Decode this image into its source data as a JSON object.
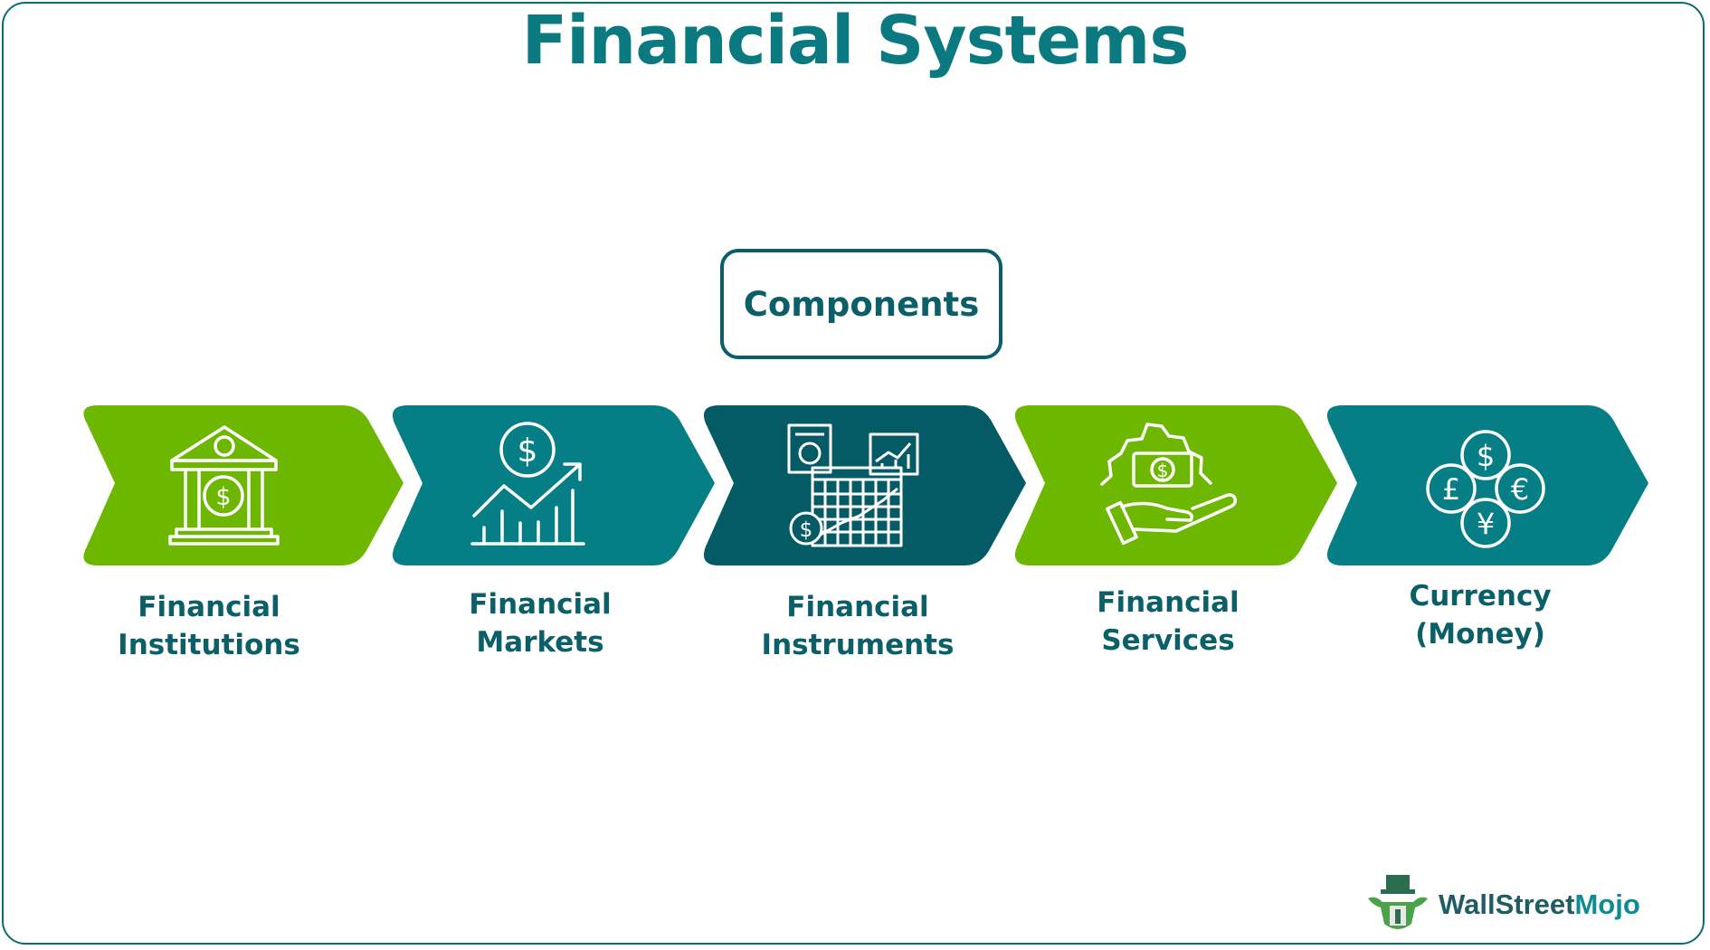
{
  "title": "Financial Systems",
  "components_label": "Components",
  "steps": [
    {
      "line1": "Financial",
      "line2": "Institutions",
      "icon": "bank-icon",
      "color": "#6db700"
    },
    {
      "line1": "Financial",
      "line2": "Markets",
      "icon": "growth-chart-icon",
      "color": "#067e86"
    },
    {
      "line1": "Financial",
      "line2": "Instruments",
      "icon": "financial-report-icon",
      "color": "#055b65"
    },
    {
      "line1": "Financial",
      "line2": "Services",
      "icon": "money-hand-service-icon",
      "color": "#6db700"
    },
    {
      "line1": "Currency",
      "line2": "(Money)",
      "icon": "currency-coins-icon",
      "color": "#067e86"
    }
  ],
  "brand": {
    "part1": "WallStreet",
    "part2": "Mojo"
  },
  "colors": {
    "title": "#0a7a80",
    "text": "#0b5f68",
    "border": "#0f6b72"
  }
}
